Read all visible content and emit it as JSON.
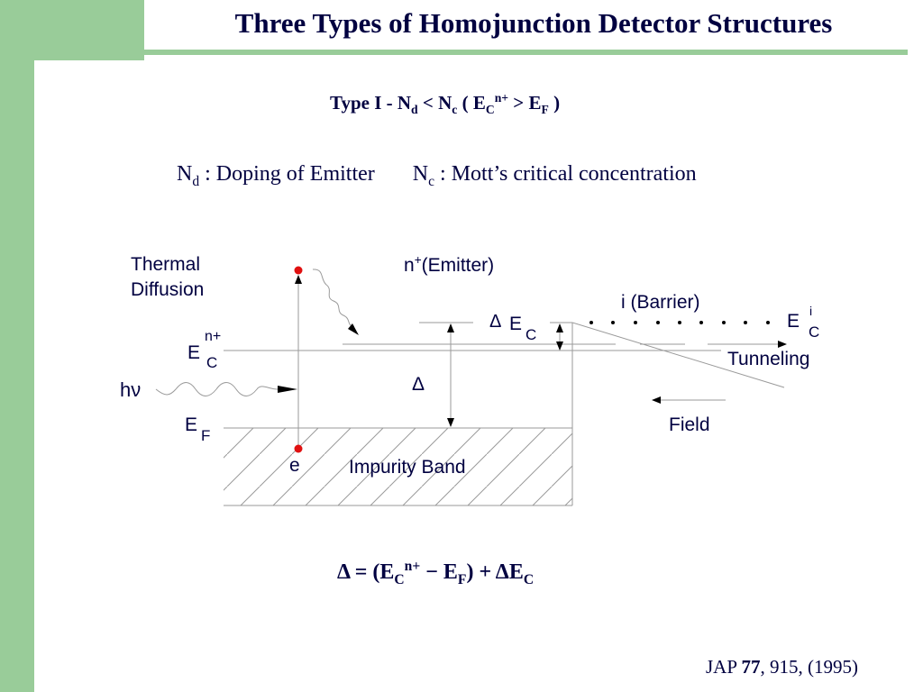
{
  "slide": {
    "title": "Three Types of Homojunction Detector Structures",
    "subtitle": {
      "prefix": "Type I -  N",
      "nd_sub": "d",
      "lt": " < N",
      "nc_sub": "c",
      "paren_open": " ( E",
      "ec_sub": "C",
      "ec_sup": "n+",
      "gt": " > E",
      "ef_sub": "F",
      "paren_close": "  )"
    },
    "definitions": {
      "nd_main": "N",
      "nd_sub": "d",
      "nd_text": " : Doping of Emitter",
      "nc_main": "N",
      "nc_sub": "c",
      "nc_text": " : Mott’s critical concentration"
    },
    "formula": {
      "delta": "Δ = (E",
      "ec_sub": "C",
      "ec_sup": "n+",
      "minus": " −  E",
      "ef_sub": "F",
      "rest": ") + ΔE",
      "ec2_sub": "C"
    },
    "reference": {
      "journal": "JAP ",
      "volume": "77",
      "rest": ", 915, (1995)"
    }
  },
  "diagram": {
    "labels": {
      "thermal": "Thermal",
      "diffusion": "Diffusion",
      "emitter_n": "n",
      "emitter_sup": "+",
      "emitter_text": "(Emitter)",
      "barrier": "i (Barrier)",
      "delta_ec_delta": "Δ",
      "delta_ec_e": "E",
      "delta_ec_sub": "C",
      "eci_e": "E",
      "eci_sup": "i",
      "eci_sub": "C",
      "tunneling": "Tunneling",
      "ecn_e": "E",
      "ecn_sup": "n+",
      "ecn_sub": "C",
      "hv": "hν",
      "delta": "Δ",
      "ef_e": "E",
      "ef_sub": "F",
      "field": "Field",
      "electron": "e",
      "impurity_band": "Impurity Band"
    },
    "colors": {
      "accent_green": "#99cc99",
      "text_navy": "#000040",
      "electron_red": "#e01010",
      "line_gray": "#9a9a9a"
    }
  }
}
